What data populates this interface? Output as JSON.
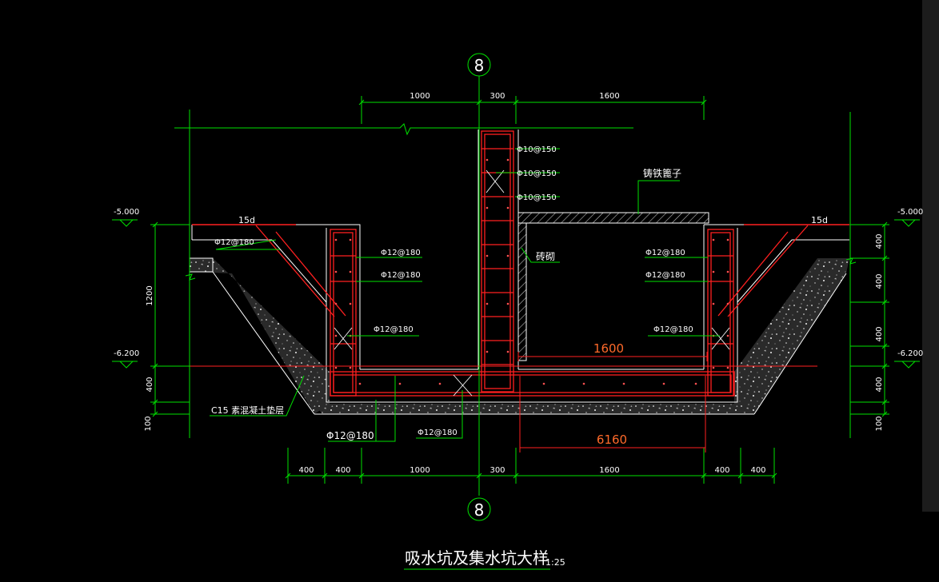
{
  "title": {
    "main": "吸水坑及集水坑大样",
    "scale": "1:25"
  },
  "axis": {
    "label": "8"
  },
  "dims_top": [
    "1000",
    "300",
    "1600"
  ],
  "dims_bottom": [
    "400",
    "400",
    "1000",
    "300",
    "1600",
    "400",
    "400"
  ],
  "dims_left": [
    "1200",
    "400",
    "100"
  ],
  "dims_right": [
    "400",
    "400",
    "400",
    "400",
    "100"
  ],
  "elevations": {
    "top": "-5.000",
    "bottom": "-6.200"
  },
  "anchorage": "15d",
  "rebar": {
    "wall_horizontal": "Φ10@150",
    "wall_vertical": "Φ10@150",
    "wall_dist": "Φ10@150",
    "slope_left": "Φ12@180",
    "side_upper": "Φ12@180",
    "side_lower": "Φ12@180",
    "corner": "Φ12@180",
    "slab_bottom": "Φ12@180",
    "slab_top": "Φ12@180"
  },
  "labels": {
    "grate": "铸铁篦子",
    "masonry": "砖砌",
    "cushion": "C15  素混凝土垫层"
  },
  "red_dims": {
    "inner": "1600",
    "total": "6160"
  },
  "colors": {
    "background": "#000000",
    "dim": "#00ff00",
    "rebar": "#ff2020",
    "outline": "#ffffff",
    "hatch": "#bdbdbd",
    "text": "#ffffff"
  }
}
